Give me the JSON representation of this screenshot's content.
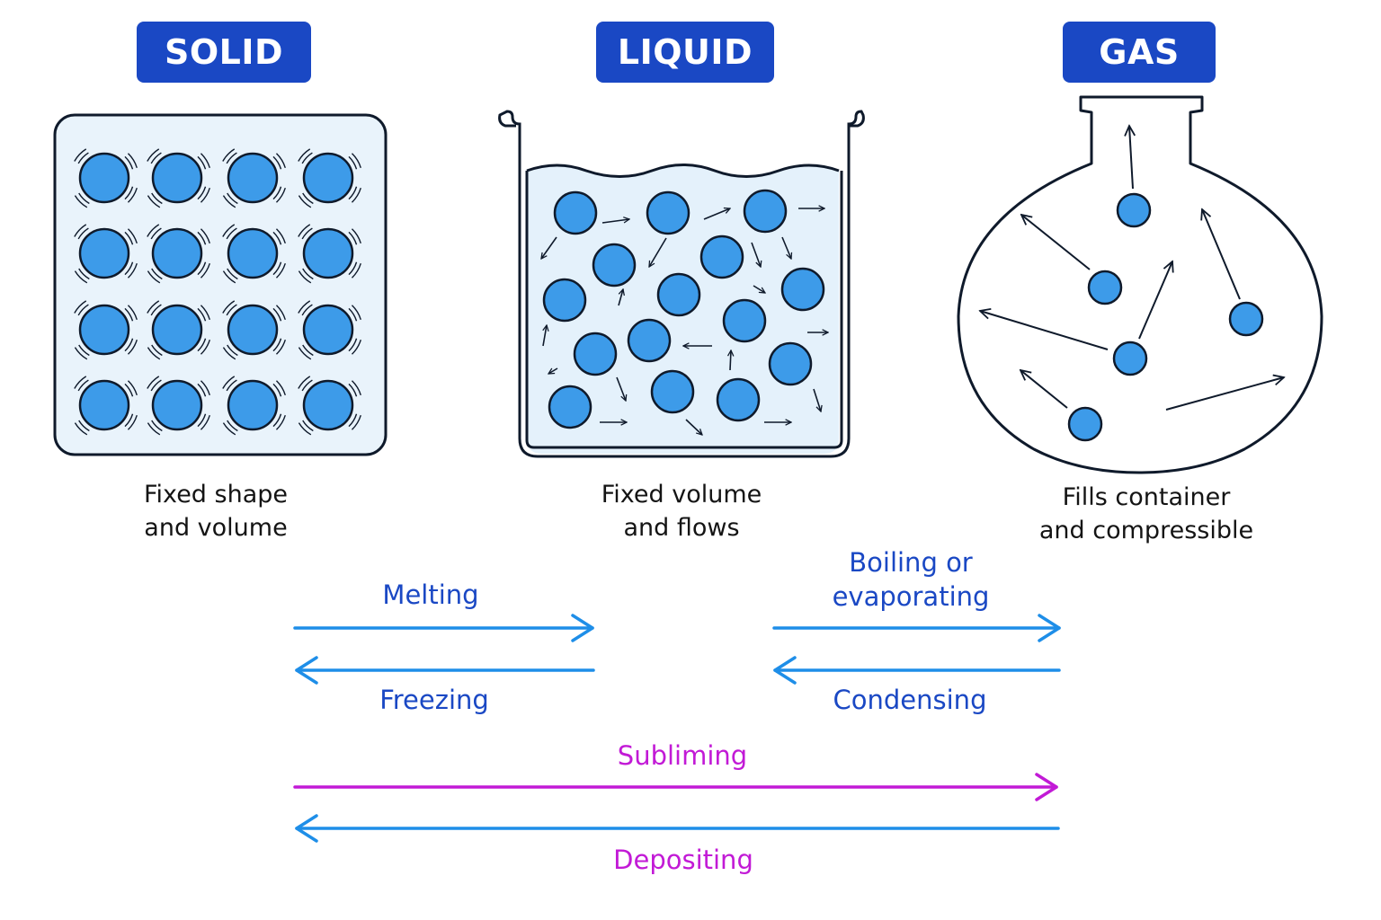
{
  "states": {
    "solid": {
      "title": "SOLID",
      "caption": [
        "Fixed shape",
        "and volume"
      ]
    },
    "liquid": {
      "title": "LIQUID",
      "caption": [
        "Fixed volume",
        "and flows"
      ]
    },
    "gas": {
      "title": "GAS",
      "caption": [
        "Fills container",
        "and compressible"
      ]
    }
  },
  "transitions": {
    "melting": "Melting",
    "freezing": "Freezing",
    "boiling": [
      "Boiling or",
      "evaporating"
    ],
    "condensing": "Condensing",
    "subliming": "Subliming",
    "depositing": "Depositing"
  },
  "colors": {
    "badge": "#1a48c4",
    "particle": "#3d9be9",
    "arrow_blue": "#1e8ee8",
    "arrow_purple": "#c21ad6",
    "outline": "#0f1a2b",
    "fill_light": "#e9f3fb"
  }
}
